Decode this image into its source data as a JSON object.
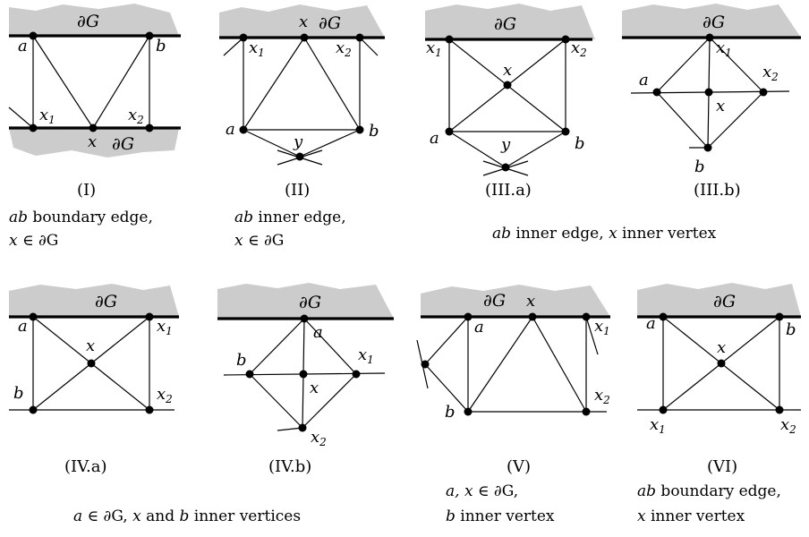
{
  "boundary_label": "∂G",
  "panels": {
    "I": {
      "caption": "(I)",
      "desc1": [
        "ab",
        " boundary edge,"
      ],
      "desc2": [
        "x",
        " ∈ ∂G"
      ]
    },
    "II": {
      "caption": "(II)",
      "desc1": [
        "ab",
        " inner edge,"
      ],
      "desc2": [
        "x",
        " ∈ ∂G"
      ]
    },
    "IIIa": {
      "caption": "(III.a)"
    },
    "IIIb": {
      "caption": "(III.b)"
    },
    "III_shared": {
      "desc": [
        "ab",
        " inner edge, ",
        "x",
        " inner vertex"
      ]
    },
    "IVa": {
      "caption": "(IV.a)"
    },
    "IVb": {
      "caption": "(IV.b)"
    },
    "IV_shared": {
      "desc": [
        "a",
        " ∈ ∂G, ",
        "x",
        " and ",
        "b",
        " inner vertices"
      ]
    },
    "V": {
      "caption": "(V)",
      "desc1": [
        "a, x",
        " ∈ ∂G,"
      ],
      "desc2": [
        "b",
        " inner vertex"
      ]
    },
    "VI": {
      "caption": "(VI)",
      "desc1": [
        "ab",
        " boundary edge,"
      ],
      "desc2": [
        "x",
        " inner vertex"
      ]
    }
  }
}
